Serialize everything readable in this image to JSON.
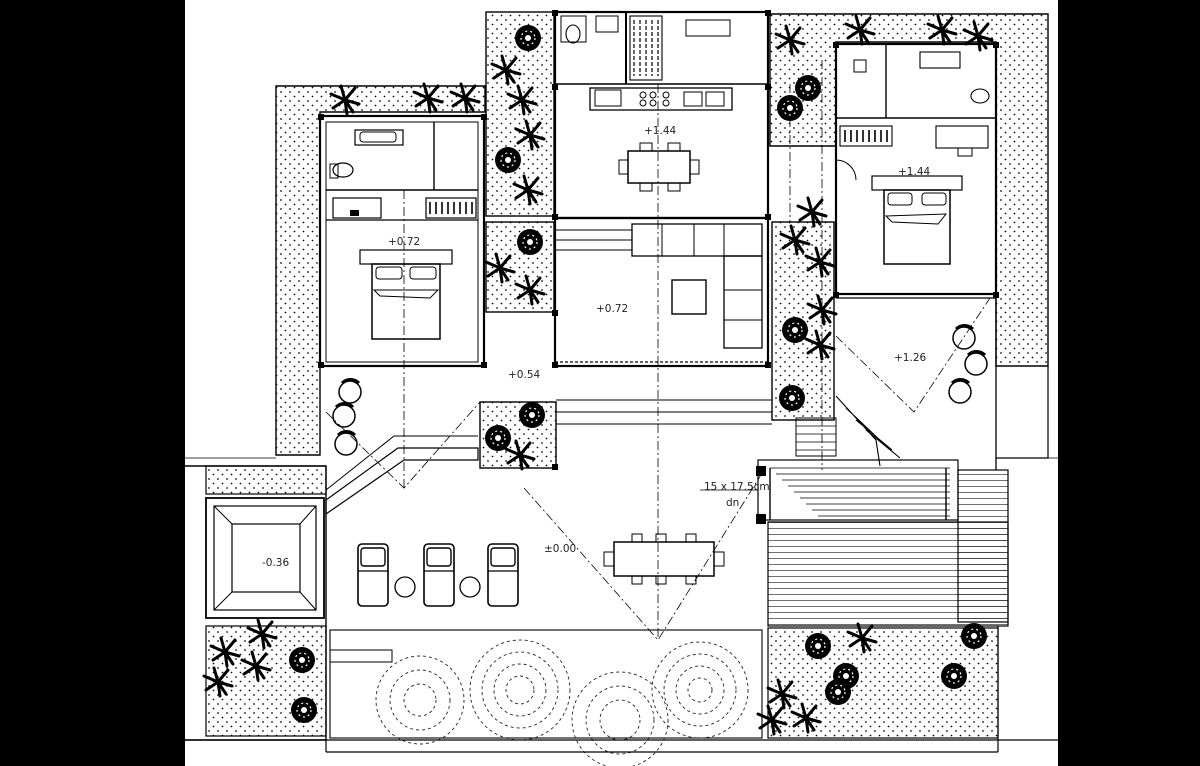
{
  "plan": {
    "levels": {
      "kitchen_dining": "+1.44",
      "bedroom_right": "+1.44",
      "bedroom_left": "+0.72",
      "living": "+0.72",
      "terrace_right": "+1.26",
      "landing": "+0.54",
      "pool_deck": "±0.00",
      "plunge_pool": "-0.36"
    },
    "stair": {
      "size_note": "15 x 17.5cm",
      "direction": "dn"
    }
  }
}
